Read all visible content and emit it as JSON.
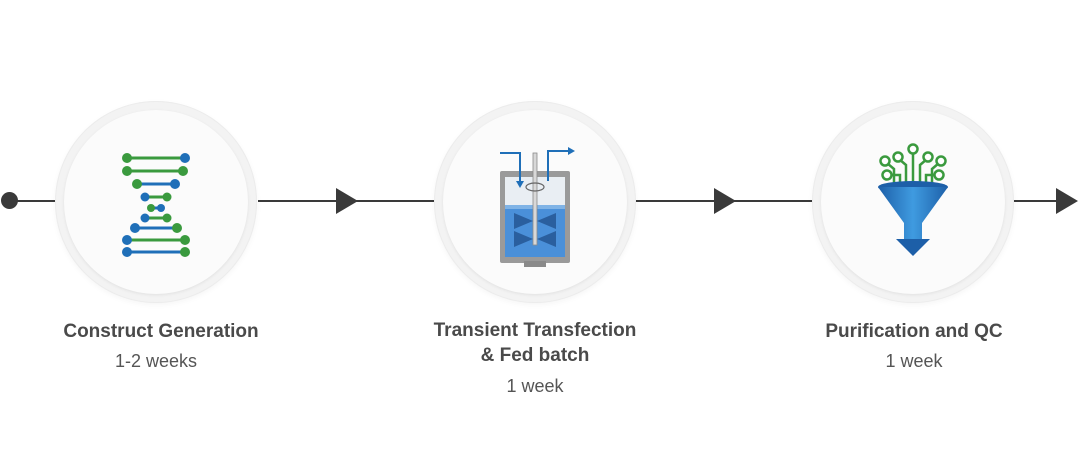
{
  "steps": [
    {
      "icon": "dna-icon",
      "title": "Construct Generation",
      "duration": "1-2 weeks"
    },
    {
      "icon": "bioreactor-icon",
      "title_line1": "Transient Transfection",
      "title_line2": "& Fed batch",
      "duration": "1 week"
    },
    {
      "icon": "purification-funnel-icon",
      "title": "Purification and QC",
      "duration": "1 week"
    }
  ],
  "colors": {
    "line": "#3a3a3a",
    "dna_blue": "#1f6fb8",
    "dna_green": "#3a9a3e",
    "reactor_blue": "#2a72c4",
    "text": "#4a4a4a"
  }
}
